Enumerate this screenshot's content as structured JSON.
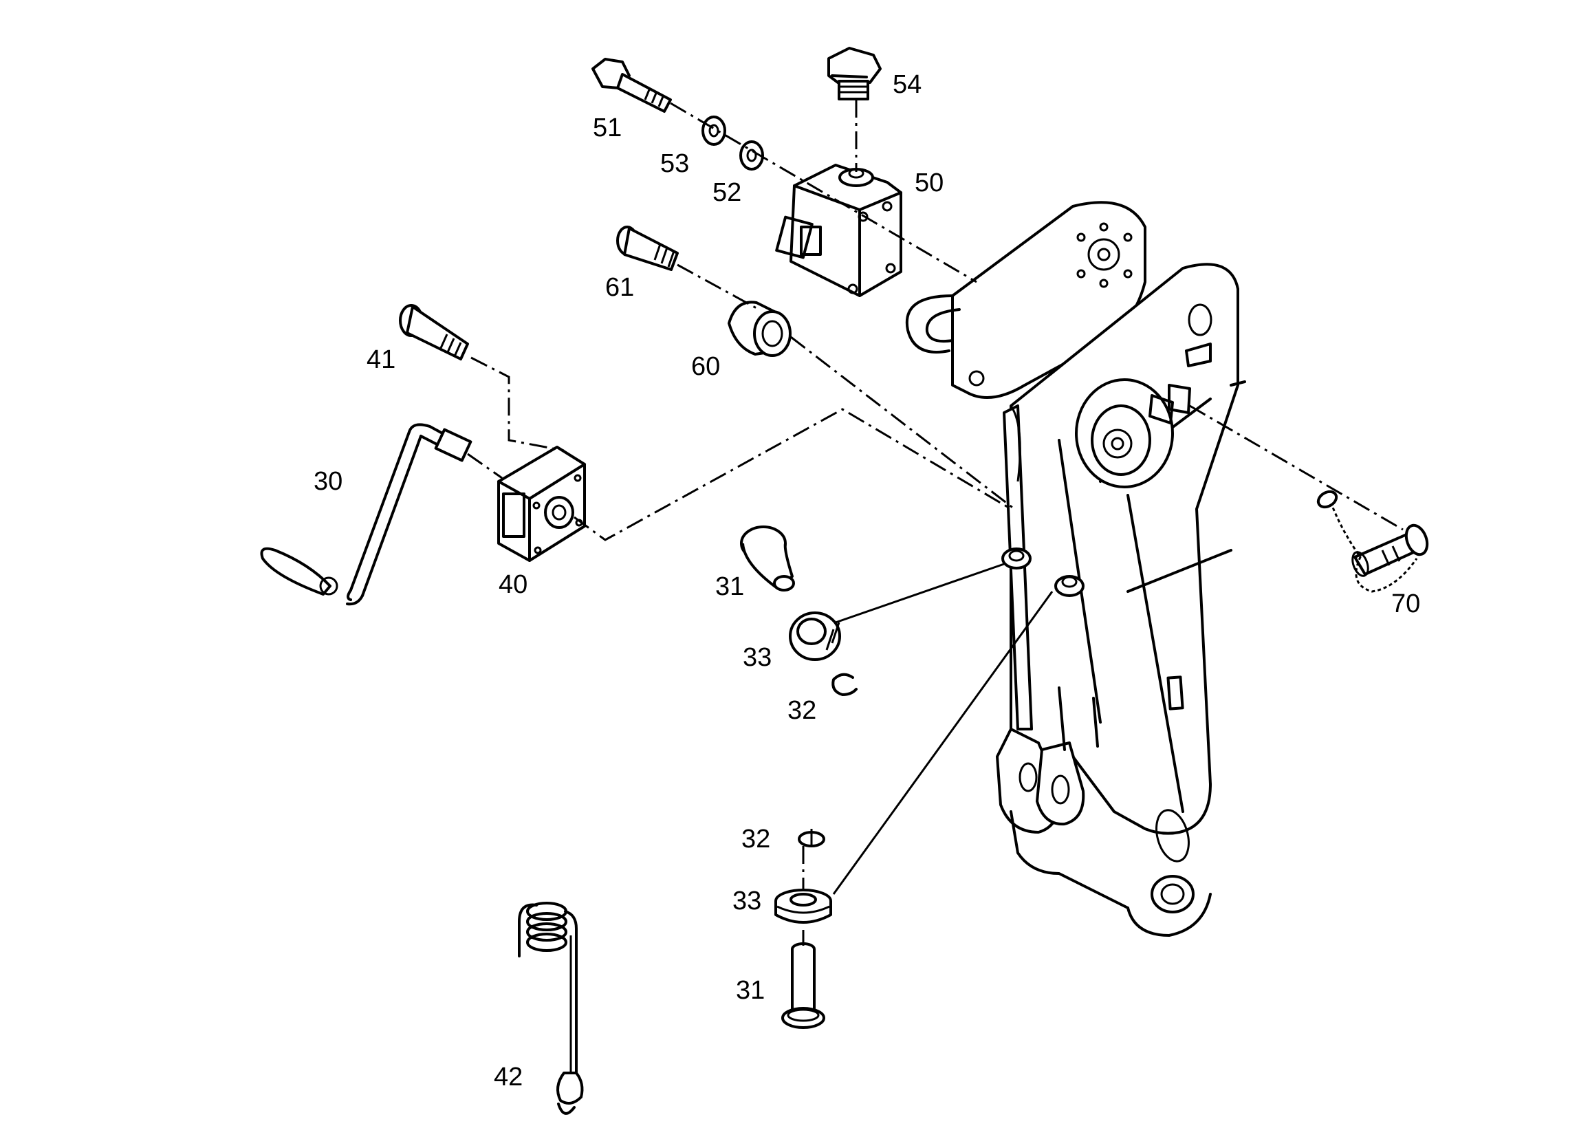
{
  "diagram": {
    "type": "exploded-parts-drawing",
    "callouts": [
      {
        "id": "c51",
        "text": "51"
      },
      {
        "id": "c53",
        "text": "53"
      },
      {
        "id": "c52",
        "text": "52"
      },
      {
        "id": "c54",
        "text": "54"
      },
      {
        "id": "c50",
        "text": "50"
      },
      {
        "id": "c61",
        "text": "61"
      },
      {
        "id": "c60",
        "text": "60"
      },
      {
        "id": "c41",
        "text": "41"
      },
      {
        "id": "c30",
        "text": "30"
      },
      {
        "id": "c40",
        "text": "40"
      },
      {
        "id": "c31a",
        "text": "31"
      },
      {
        "id": "c33a",
        "text": "33"
      },
      {
        "id": "c32a",
        "text": "32"
      },
      {
        "id": "c70",
        "text": "70"
      },
      {
        "id": "c32b",
        "text": "32"
      },
      {
        "id": "c33b",
        "text": "33"
      },
      {
        "id": "c31b",
        "text": "31"
      },
      {
        "id": "c42",
        "text": "42"
      }
    ]
  }
}
